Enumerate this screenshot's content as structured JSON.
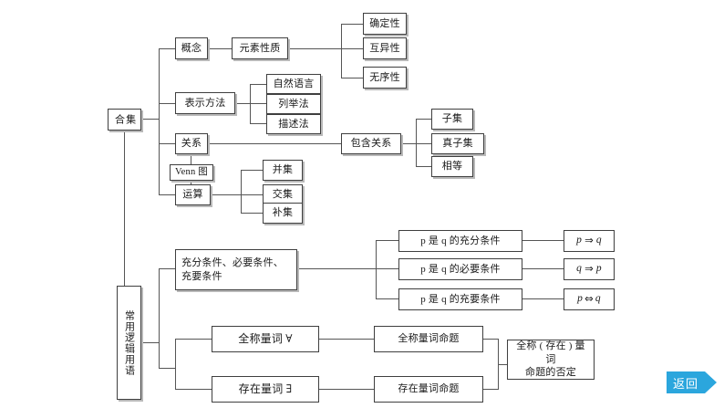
{
  "page": {
    "title": "集合与常用逻辑用语 知识结构图",
    "background": "#ffffff",
    "line_color": "#555555",
    "accent": "#2ba6dd"
  },
  "nodes": {
    "jihe": "集合",
    "gainian": "概念",
    "yuansu_xingzhi": "元素性质",
    "quedingxing": "确定性",
    "huyixing": "互异性",
    "wuxuxing": "无序性",
    "biaoshi_fangfa": "表示方法",
    "ziran_yuyan": "自然语言",
    "liejufa": "列举法",
    "miaoshufa": "描述法",
    "guanxi": "关系",
    "venntu": "Venn 图",
    "yunsuan": "运算",
    "baohan_guanxi": "包含关系",
    "ziji": "子集",
    "zhen_ziji": "真子集",
    "xiangdeng": "相等",
    "bingji": "并集",
    "jiaoji": "交集",
    "buji": "补集",
    "changyong_luoji": "常用逻辑用语",
    "tiaojian_box_line1": "充分条件、必要条件、",
    "tiaojian_box_line2": "充要条件",
    "p_chongfen": "p 是 q 的充分条件",
    "p_biyao": "p 是 q 的必要条件",
    "p_chongyao": "p 是 q 的充要条件",
    "quancheng_liangci": "全称量词 ∀",
    "cunzai_liangci": "存在量词 ∃",
    "quancheng_mingti": "全称量词命题",
    "cunzai_mingti": "存在量词命题",
    "fouding_line1": "全称 ( 存在 ) 量词",
    "fouding_line2": "命题的否定"
  },
  "formulas": {
    "p_implies_q": {
      "left": "p",
      "op": "⇒",
      "right": "q"
    },
    "q_implies_p": {
      "left": "q",
      "op": "⇒",
      "right": "p"
    },
    "p_iff_q": {
      "left": "p",
      "op": "⇔",
      "right": "q"
    }
  },
  "controls": {
    "return_label": "返回"
  }
}
